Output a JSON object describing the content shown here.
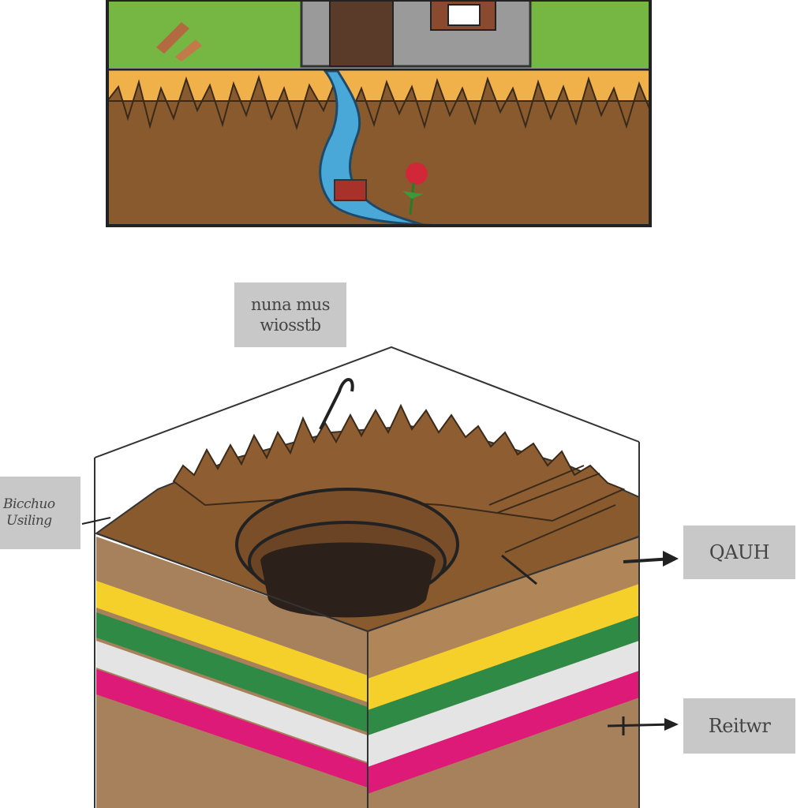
{
  "labels": {
    "top": "nuna mus\nwiosstb",
    "left": "Bicchuo\nUsiling",
    "right_upper": "QAUH",
    "right_lower": "Reitwr"
  },
  "colors": {
    "grass": "#76b743",
    "soil_dark": "#8a5a2f",
    "soil_light": "#9b7048",
    "straw": "#f0b04a",
    "water": "#4aa8d8",
    "wall_gray": "#9a9a9a",
    "door": "#5a3a28",
    "layer_yellow": "#f5cf2a",
    "layer_green": "#2e8a44",
    "layer_white": "#e4e4e4",
    "layer_magenta": "#dd1a77",
    "layer_tan": "#a7815c",
    "hole_dark": "#2b201a",
    "label_bg": "#c8c8c8"
  }
}
